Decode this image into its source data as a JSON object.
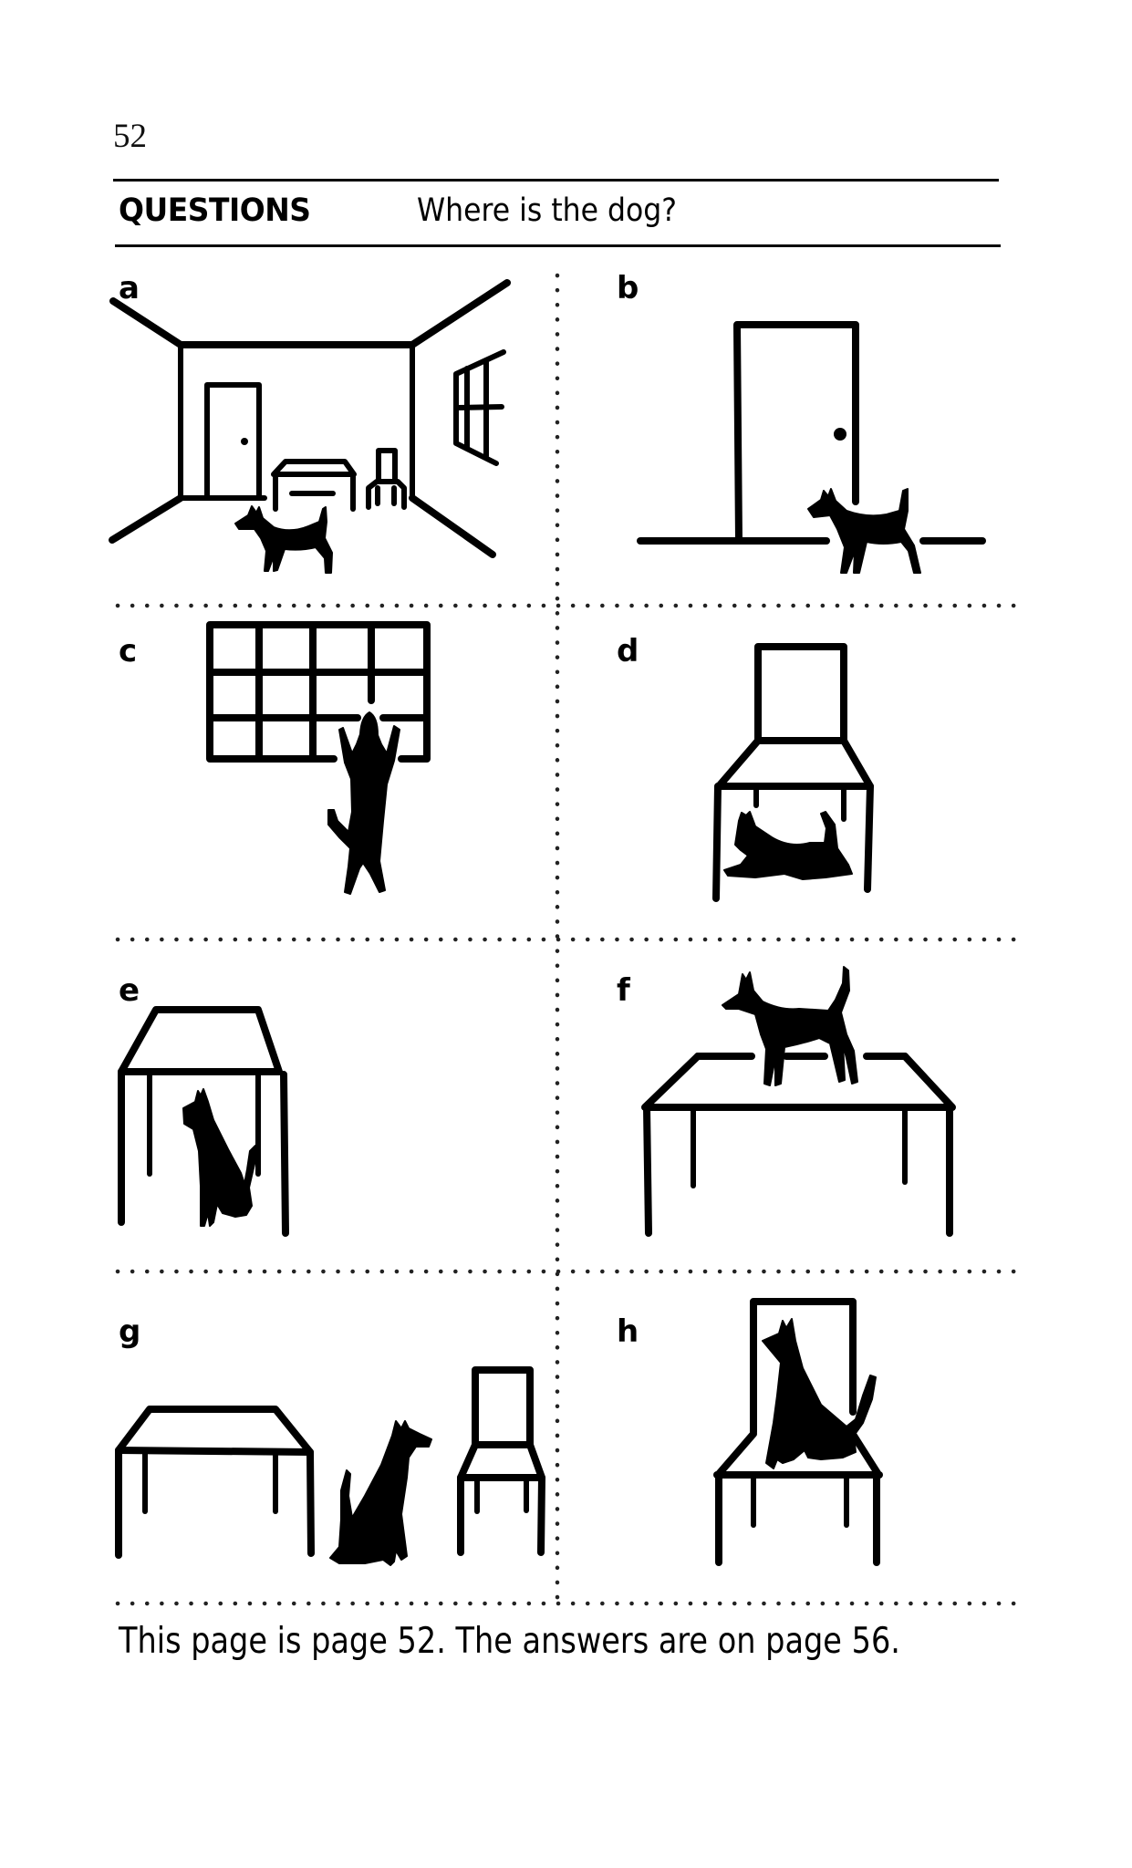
{
  "page": {
    "number": "52",
    "section_label": "QUESTIONS",
    "question": "Where is the dog?",
    "footer": "This page is page 52. The answers are on page 56."
  },
  "panels": [
    {
      "letter": "a",
      "scene": "dog in a room with a door, table, chair and window",
      "icon": "dog-in-room-icon"
    },
    {
      "letter": "b",
      "scene": "dog walking in front of a door",
      "icon": "dog-by-door-icon"
    },
    {
      "letter": "c",
      "scene": "dog standing up at a window",
      "icon": "dog-at-window-icon"
    },
    {
      "letter": "d",
      "scene": "dog lying under a chair",
      "icon": "dog-under-chair-icon"
    },
    {
      "letter": "e",
      "scene": "dog sitting under a table",
      "icon": "dog-under-table-icon"
    },
    {
      "letter": "f",
      "scene": "dog standing on a table",
      "icon": "dog-on-table-icon"
    },
    {
      "letter": "g",
      "scene": "dog sitting between a table and a chair",
      "icon": "dog-between-table-chair-icon"
    },
    {
      "letter": "h",
      "scene": "dog sitting on a chair",
      "icon": "dog-on-chair-icon"
    }
  ],
  "colors": {
    "ink": "#000000",
    "paper": "#ffffff"
  }
}
